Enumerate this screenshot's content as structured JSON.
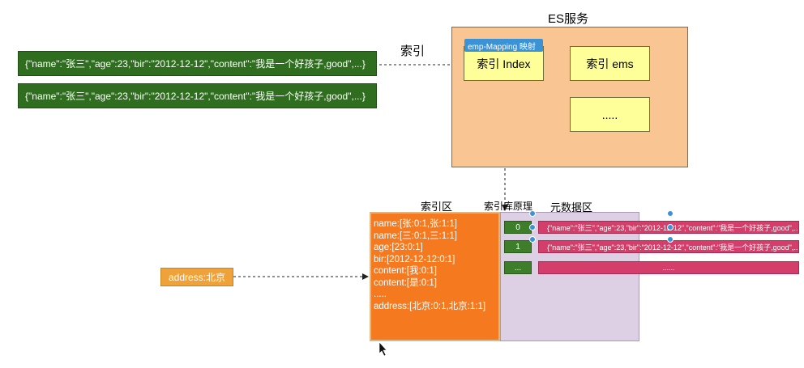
{
  "es": {
    "title": "ES服务",
    "index_label": "索引",
    "mapping_tag": "emp-Mapping 映射",
    "index_main": "索引 Index",
    "index_ems": "索引 ems",
    "index_more": "....."
  },
  "documents": [
    "{\"name\":\"张三\",\"age\":23,\"bir\":\"2012-12-12\",\"content\":\"我是一个好孩子,good\",...}",
    "{\"name\":\"张三\",\"age\":23,\"bir\":\"2012-12-12\",\"content\":\"我是一个好孩子,good\",...}"
  ],
  "index_zone": {
    "title": "索引区",
    "principle": "索引库原理",
    "lines": [
      "name:[张:0:1,张:1:1]",
      "name:[三:0:1,三:1:1]",
      "age:[23:0:1]",
      "bir:[2012-12-12:0:1]",
      "content:[我:0:1]",
      "content:[是:0:1]",
      ".....",
      "address:[北京:0:1,北京:1:1]"
    ]
  },
  "meta_zone": {
    "title": "元数据区",
    "rows": [
      {
        "id": "0",
        "doc": "{\"name\":\"张三\",\"age\":23,\"bir\":\"2012-12-12\",\"content\":\"我是一个好孩子,good\",...}"
      },
      {
        "id": "1",
        "doc": "{\"name\":\"张三\",\"age\":23,\"bir\":\"2012-12-12\",\"content\":\"我是一个好孩子,good\",...}"
      },
      {
        "id": "...",
        "doc": "......"
      }
    ]
  },
  "query": {
    "text": "address:北京"
  },
  "colors": {
    "doc_green": "#2f6e1f",
    "es_orange": "#f9c593",
    "index_yellow": "#ffff99",
    "index_zone_orange": "#f57a1f",
    "meta_purple": "#ddd0e4",
    "row_pink": "#d33f6a",
    "query_orange": "#efa23a",
    "selection_blue": "#3b93d6"
  }
}
